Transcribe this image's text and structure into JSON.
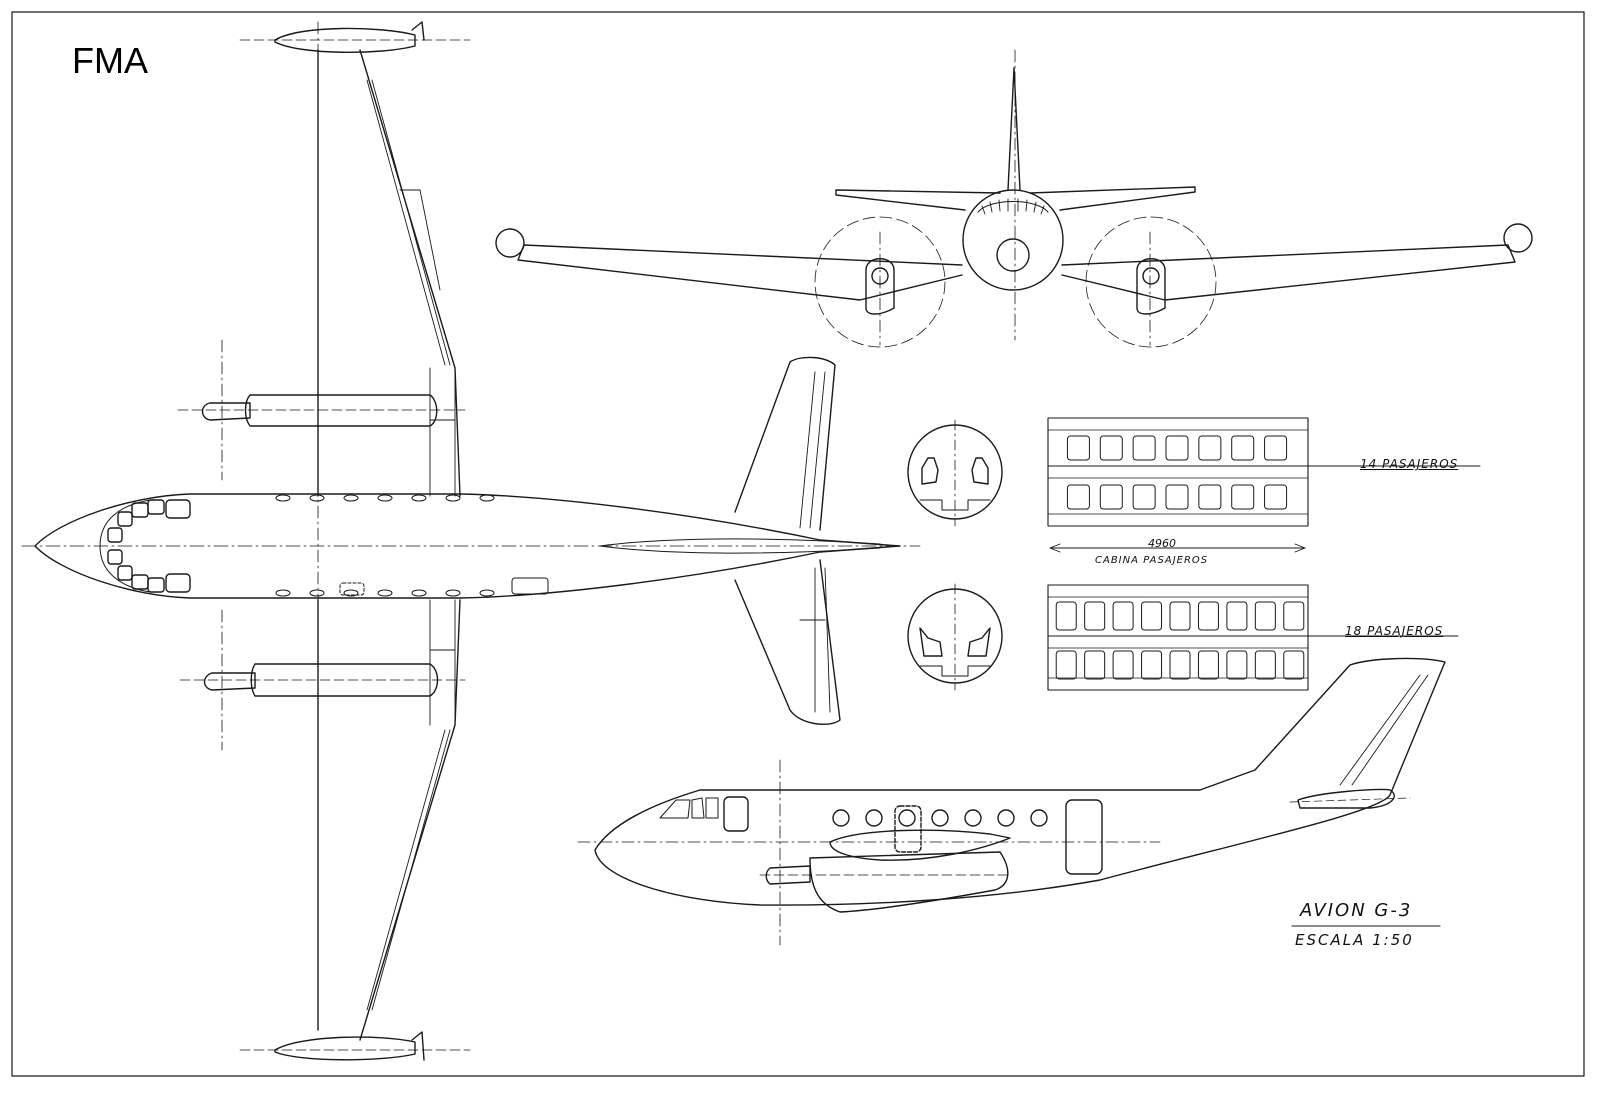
{
  "corner_mark": "FMA",
  "layout_14": {
    "label": "14 PASAJEROS",
    "rows": 2,
    "seats_per_row": 7
  },
  "layout_18": {
    "label": "18 PASAJEROS",
    "rows": 2,
    "seats_per_row": 9
  },
  "cabin_dimension": "4960",
  "cabin_label": "CABINA PASAJEROS",
  "title_block": {
    "title": "AVION G-3",
    "scale": "ESCALA 1:50"
  },
  "colors": {
    "ink": "#1a1a1a",
    "paper": "#ffffff"
  }
}
